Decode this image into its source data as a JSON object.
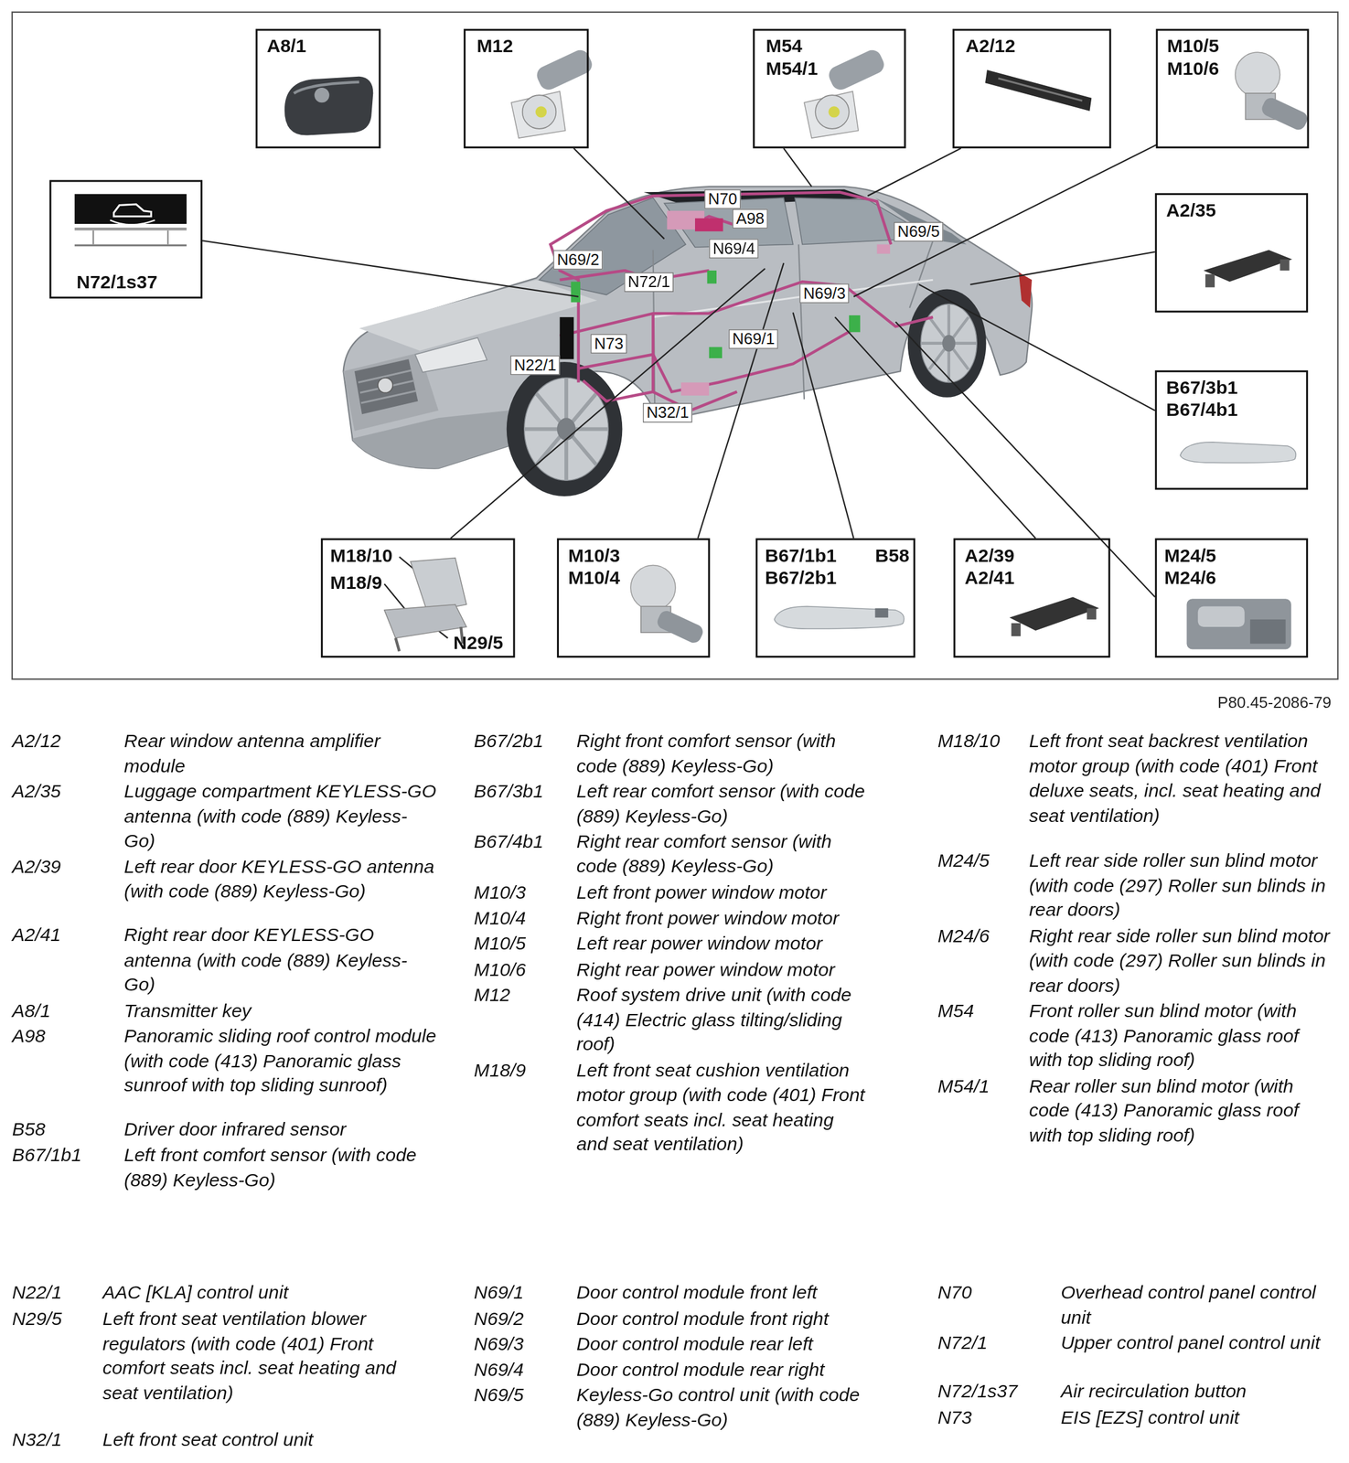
{
  "diagram": {
    "nodes": [
      {
        "text": [
          "A8/1"
        ]
      },
      {
        "text": [
          "M12"
        ]
      },
      {
        "text": [
          "M54",
          "M54/1"
        ]
      },
      {
        "text": [
          "A2/12"
        ]
      },
      {
        "text": [
          "M10/5",
          "M10/6"
        ]
      },
      {
        "text": [
          "N72/1s37"
        ]
      },
      {
        "text": [
          "A2/35"
        ]
      },
      {
        "text": [
          "B67/3b1",
          "B67/4b1"
        ]
      },
      {
        "text": [
          "M18/10",
          "M18/9",
          "N29/5"
        ]
      },
      {
        "text": [
          "M10/3",
          "M10/4"
        ]
      },
      {
        "text": [
          "B67/1b1",
          "B67/2b1",
          "B58"
        ]
      },
      {
        "text": [
          "A2/39",
          "A2/41"
        ]
      },
      {
        "text": [
          "M24/5",
          "M24/6"
        ]
      }
    ],
    "labels": [
      "N70",
      "A98",
      "N69/5",
      "N69/2",
      "N69/4",
      "N72/1",
      "N73",
      "N22/1",
      "N69/3",
      "N69/1",
      "N32/1",
      "P80.45-2086-79",
      "A2/12",
      "Rear window antenna amplifier module",
      "A2/35",
      "Luggage compartment KEYLESS-GO antenna (with code (889) Keyless-Go)",
      "A2/39",
      "Left rear door KEYLESS-GO antenna (with code (889) Keyless-Go)",
      "A2/41",
      "Right rear door KEYLESS-GO antenna (with code (889) Keyless-Go)",
      "A8/1",
      "Transmitter key",
      "A98",
      "Panoramic sliding roof control module (with code (413) Panoramic glass sunroof with top sliding sunroof)",
      "B58",
      "Driver door infrared sensor",
      "B67/1b1",
      "Left front comfort sensor (with code (889) Keyless-Go)",
      "B67/2b1",
      "Right front comfort sensor (with code (889) Keyless-Go)",
      "B67/3b1",
      "Left rear comfort sensor (with code (889) Keyless-Go)",
      "B67/4b1",
      "Right rear comfort sensor (with code (889) Keyless-Go)",
      "M10/3",
      "Left front power window motor",
      "M10/4",
      "Right front power window motor",
      "M10/5",
      "Left rear power window motor",
      "M10/6",
      "Right rear power window motor",
      "M12",
      "Roof system drive unit (with code (414) Electric glass tilting/sliding roof)",
      "M18/9",
      "Left front seat cushion ventilation motor group (with code (401) Front comfort seats incl. seat heating and seat ventilation)",
      "M18/10",
      "Left front seat backrest ventilation motor group (with code (401) Front deluxe seats, incl. seat heating and seat ventilation)",
      "M24/5",
      "Left rear side roller sun blind motor (with code (297) Roller sun blinds in rear doors)",
      "M24/6",
      "Right rear side roller sun blind motor (with code (297) Roller sun blinds in rear doors)",
      "M54",
      "Front roller sun blind motor (with code (413) Panoramic glass roof with top sliding roof)",
      "M54/1",
      "Rear roller sun blind motor (with code (413) Panoramic glass roof with top sliding roof)",
      "N22/1",
      "AAC [KLA] control unit",
      "N29/5",
      "Left front seat ventilation blower regulators (with code (401) Front comfort seats incl. seat heating and seat ventilation)",
      "N32/1",
      "Left front seat control unit",
      "N69/1",
      "Door control module front left",
      "N69/2",
      "Door control module front right",
      "N69/3",
      "Door control module rear left",
      "N69/4",
      "Door control module rear right",
      "N69/5",
      "Keyless-Go control unit (with code (889) Keyless-Go)",
      "N70",
      "Overhead control panel control unit",
      "N72/1",
      "Upper control panel control unit",
      "N72/1s37",
      "Air recirculation button",
      "N73",
      "EIS [EZS] control unit"
    ]
  }
}
